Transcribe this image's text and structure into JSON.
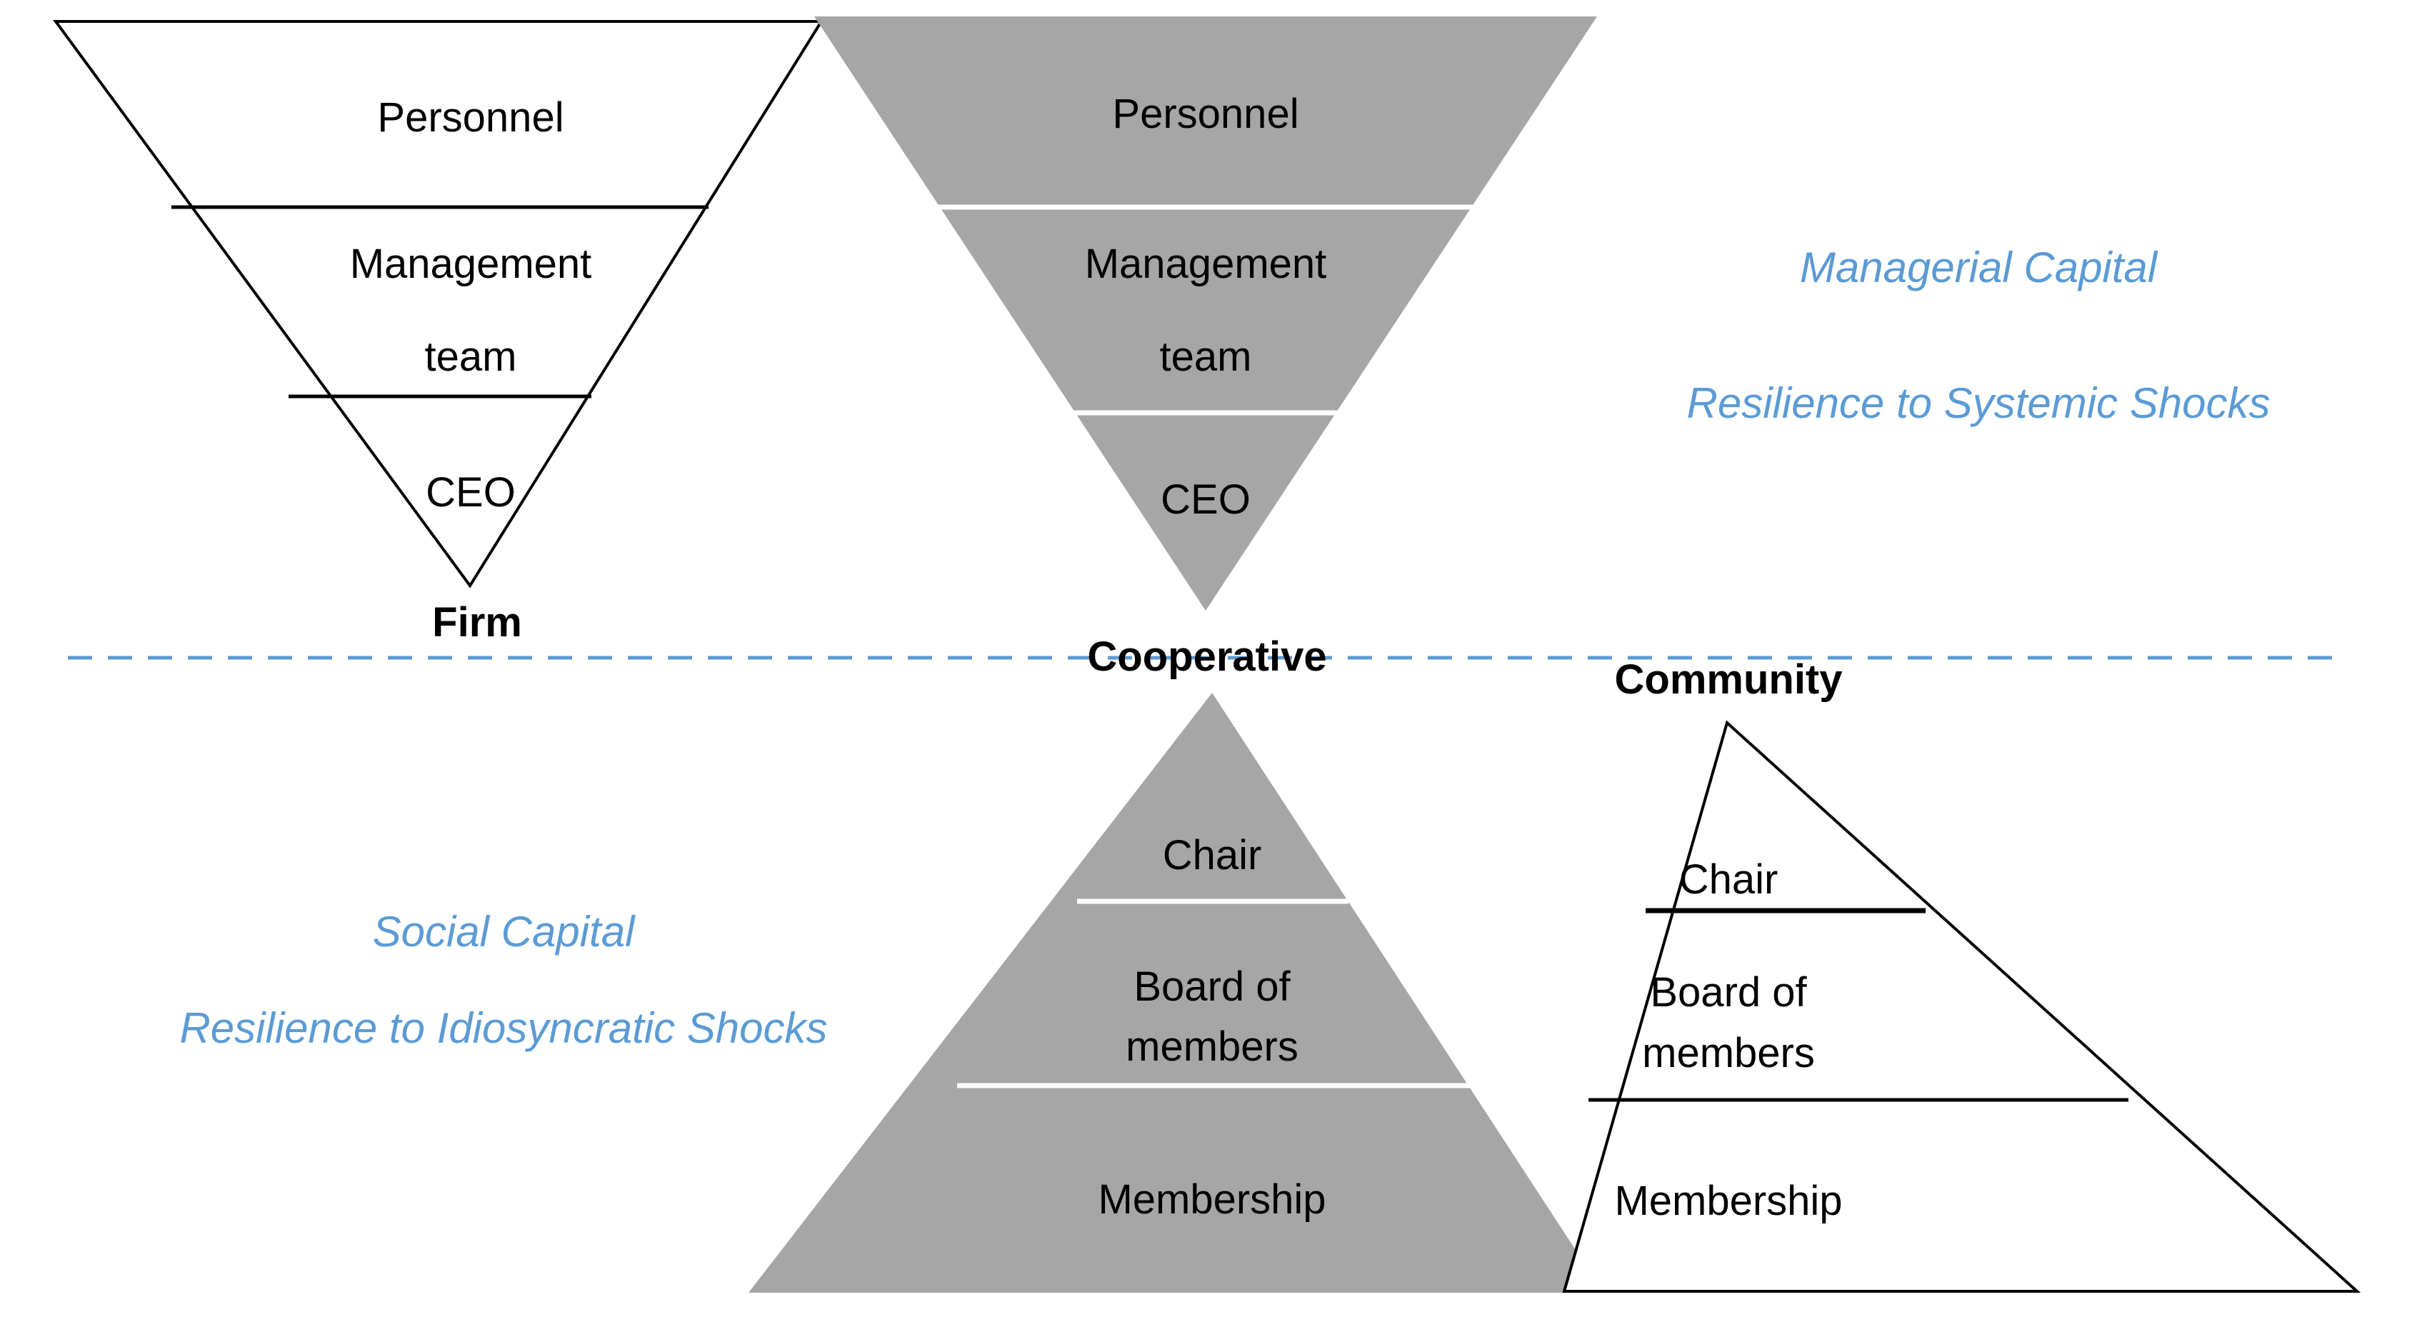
{
  "diagram": {
    "title_visible": false,
    "colors": {
      "gray_fill": "#a6a6a6",
      "outline": "#000000",
      "blue_text": "#5b9bd5",
      "divider_white": "#ffffff",
      "background": "#ffffff"
    },
    "divider": {
      "name": "horizontal-dashed-divider",
      "style": "dashed",
      "color": "#5b9bd5"
    },
    "shapes": [
      {
        "id": "firm",
        "name": "Firm",
        "orientation": "inverted-triangle",
        "fill": "none",
        "stroke": "#000000",
        "label": "Firm",
        "label_position": "below-apex",
        "levels": [
          "Personnel",
          "Management",
          "team",
          "CEO"
        ]
      },
      {
        "id": "cooperative-top",
        "name": "Cooperative (upper, managerial)",
        "orientation": "inverted-triangle",
        "fill": "#a6a6a6",
        "stroke": "none",
        "label": "Cooperative",
        "label_position": "below-apex",
        "levels": [
          "Personnel",
          "Management",
          "team",
          "CEO"
        ]
      },
      {
        "id": "cooperative-bottom",
        "name": "Cooperative (lower, social)",
        "orientation": "pyramid",
        "fill": "#a6a6a6",
        "stroke": "none",
        "levels": [
          "Chair",
          "Board of",
          "members",
          "Membership"
        ]
      },
      {
        "id": "community",
        "name": "Community",
        "orientation": "pyramid",
        "fill": "none",
        "stroke": "#000000",
        "label": "Community",
        "label_position": "above-apex",
        "levels": [
          "Chair",
          "Board of",
          "members",
          "Membership"
        ]
      }
    ],
    "labels": {
      "firm_personnel": "Personnel",
      "firm_management": "Management",
      "firm_team": "team",
      "firm_ceo": "CEO",
      "firm_title": "Firm",
      "coop_personnel": "Personnel",
      "coop_management": "Management",
      "coop_team": "team",
      "coop_ceo": "CEO",
      "coop_title": "Cooperative",
      "coop_chair": "Chair",
      "coop_board_1": "Board of",
      "coop_board_2": "members",
      "coop_membership": "Membership",
      "community_title": "Community",
      "community_chair": "Chair",
      "community_board_1": "Board of",
      "community_board_2": "members",
      "community_membership": "Membership"
    },
    "annotations": {
      "top_right_1": "Managerial Capital",
      "top_right_2": "Resilience to Systemic Shocks",
      "bottom_left_1": "Social Capital",
      "bottom_left_2": "Resilience to Idiosyncratic Shocks"
    }
  }
}
